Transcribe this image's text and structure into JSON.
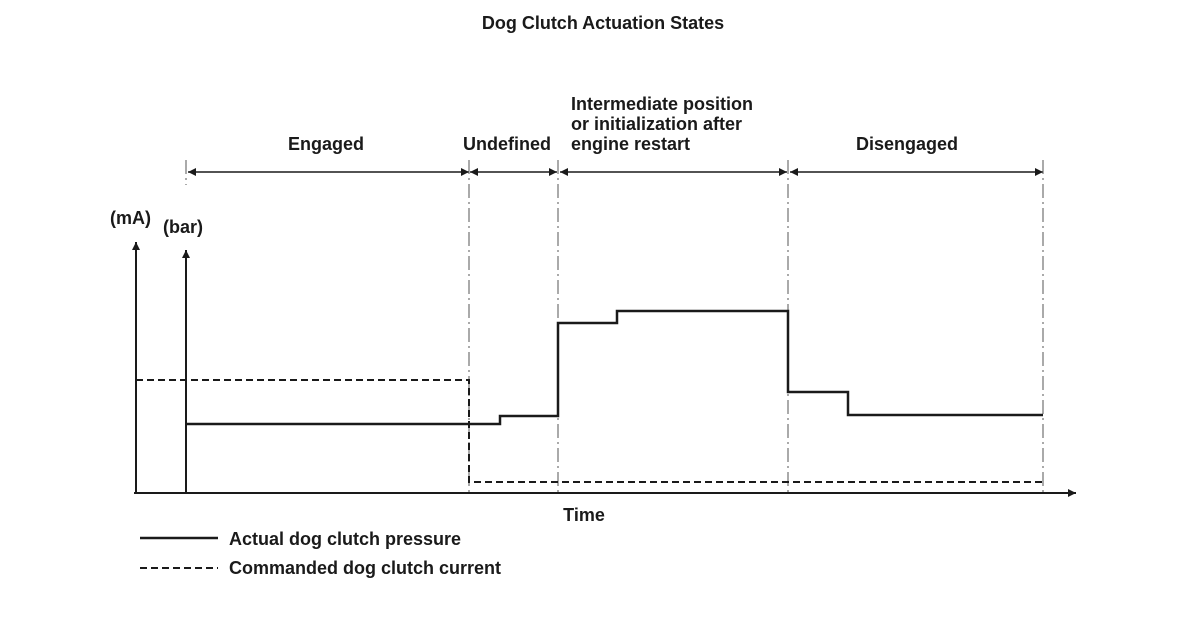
{
  "title": "Dog Clutch Actuation States",
  "phases": [
    {
      "id": "engaged",
      "label": "Engaged"
    },
    {
      "id": "undefined",
      "label": "Undefined"
    },
    {
      "id": "intermediate",
      "label_lines": [
        "Intermediate position",
        "or initialization after",
        "engine restart"
      ]
    },
    {
      "id": "disengaged",
      "label": "Disengaged"
    }
  ],
  "axes": {
    "current_unit": "(mA)",
    "pressure_unit": "(bar)",
    "x_label": "Time"
  },
  "legend": {
    "pressure": "Actual dog clutch pressure",
    "current": "Commanded dog clutch current"
  },
  "colors": {
    "line": "#1a1a1a",
    "background": "#ffffff"
  }
}
